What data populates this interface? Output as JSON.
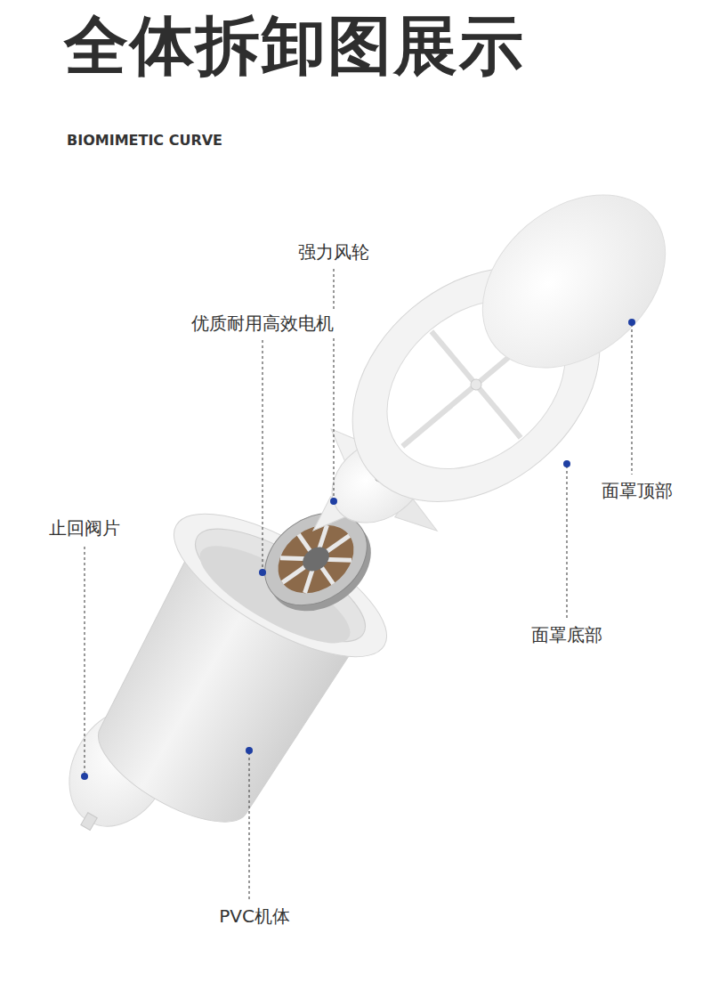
{
  "diagram": {
    "title": "全体拆卸图展示",
    "labels": [
      "BIOMIMETIC CURVE",
      "强力风轮",
      "优质耐用高效电机",
      "止回阀片",
      "面罩顶部",
      "面罩底部",
      "PVC机体"
    ]
  }
}
